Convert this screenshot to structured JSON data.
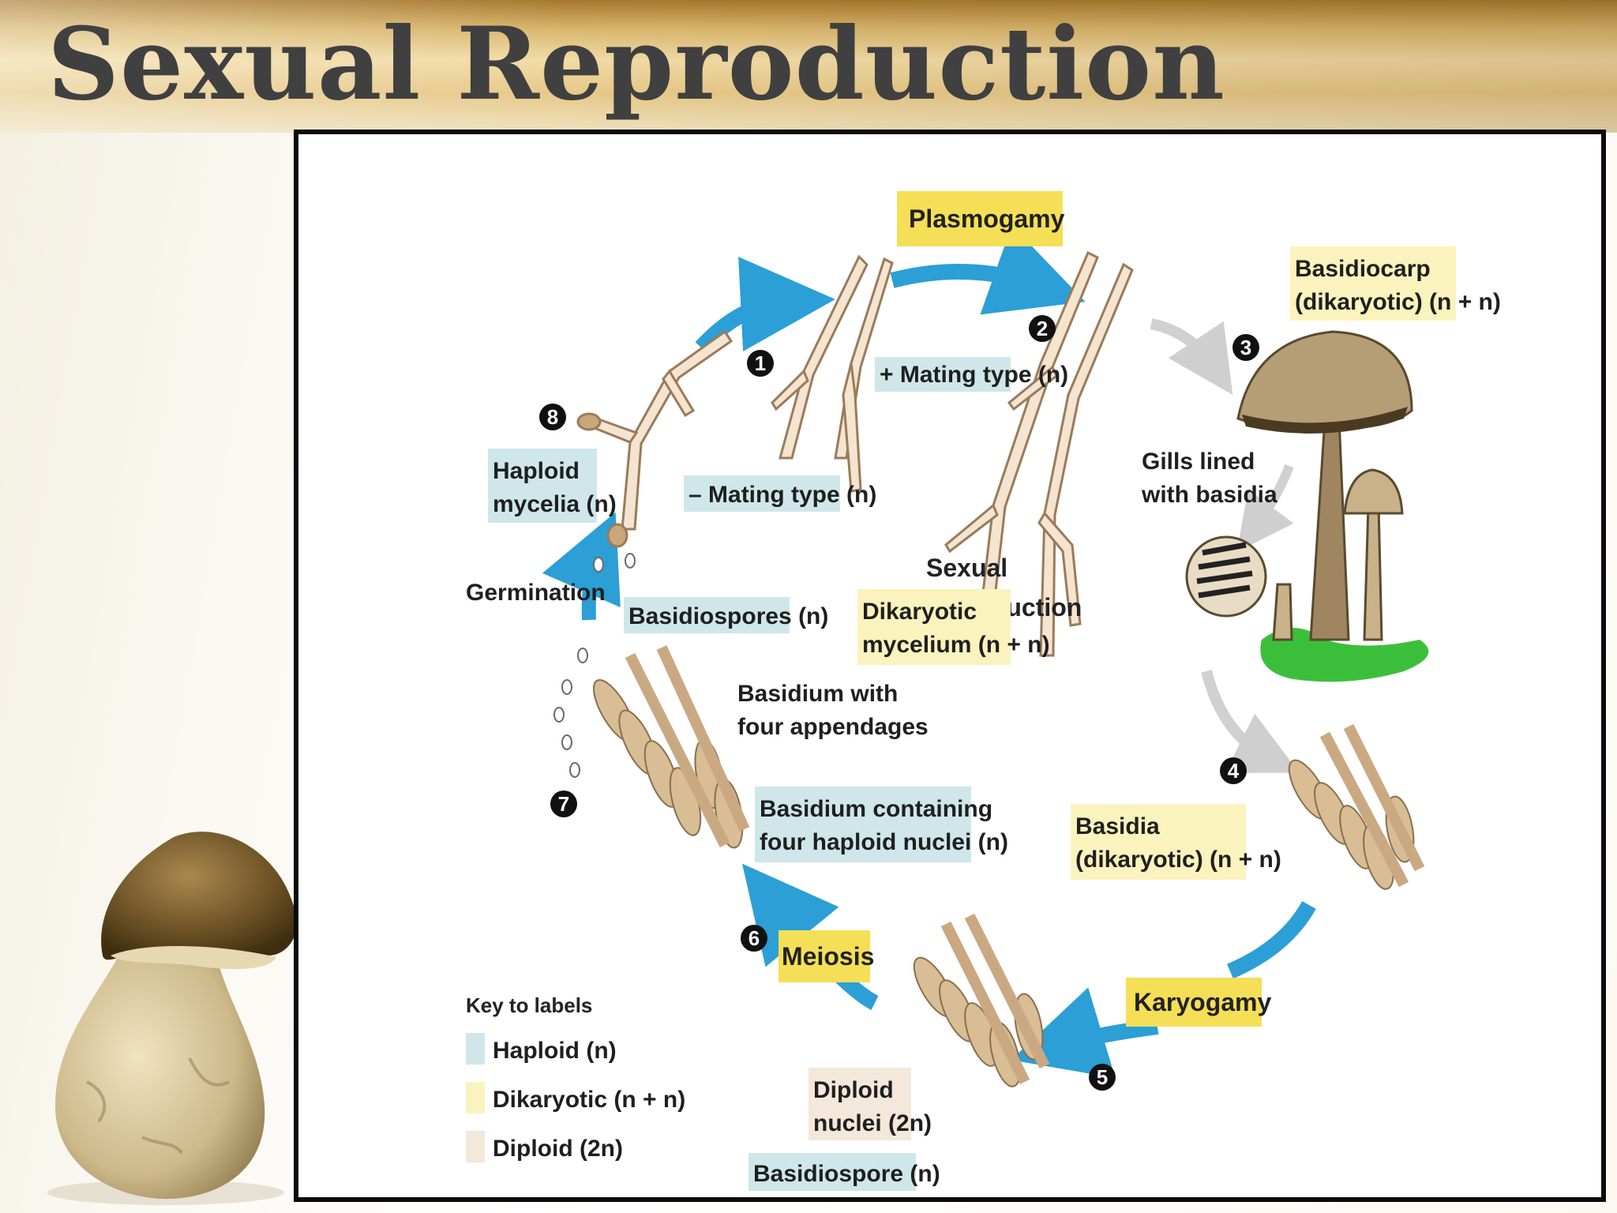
{
  "slide": {
    "title": "Sexual Reproduction"
  },
  "colors": {
    "haploid": "#cfe7ea",
    "dikaryotic": "#fbf3bd",
    "diploid": "#f3e8da",
    "stage": "#f5df57",
    "arrow": "#2b9fd6"
  },
  "diagram": {
    "center_label": [
      "Sexual",
      "reproduction"
    ],
    "stages": {
      "plasmogamy": "Plasmogamy",
      "karyogamy": "Karyogamy",
      "meiosis": "Meiosis"
    },
    "steps": [
      "1",
      "2",
      "3",
      "4",
      "5",
      "6",
      "7",
      "8"
    ],
    "labels": {
      "plus_mating": "+ Mating type (n)",
      "minus_mating": "– Mating type (n)",
      "basidiocarp": [
        "Basidiocarp",
        "(dikaryotic) (n + n)"
      ],
      "gills": [
        "Gills lined",
        "with basidia"
      ],
      "dikaryotic_mycelium": [
        "Dikaryotic",
        "mycelium (n + n)"
      ],
      "haploid_mycelia": [
        "Haploid",
        "mycelia (n)"
      ],
      "germination": "Germination",
      "basidiospores": "Basidiospores (n)",
      "basidium_appendages": [
        "Basidium with",
        "four appendages"
      ],
      "basidium_nuclei": [
        "Basidium containing",
        "four haploid nuclei (n)"
      ],
      "basidia_dikaryotic": [
        "Basidia",
        "(dikaryotic) (n + n)"
      ],
      "diploid_nuclei": [
        "Diploid",
        "nuclei (2n)"
      ],
      "basidiospore": "Basidiospore (n)"
    },
    "key": {
      "title": "Key to labels",
      "items": [
        "Haploid (n)",
        "Dikaryotic (n + n)",
        "Diploid (2n)"
      ]
    }
  }
}
